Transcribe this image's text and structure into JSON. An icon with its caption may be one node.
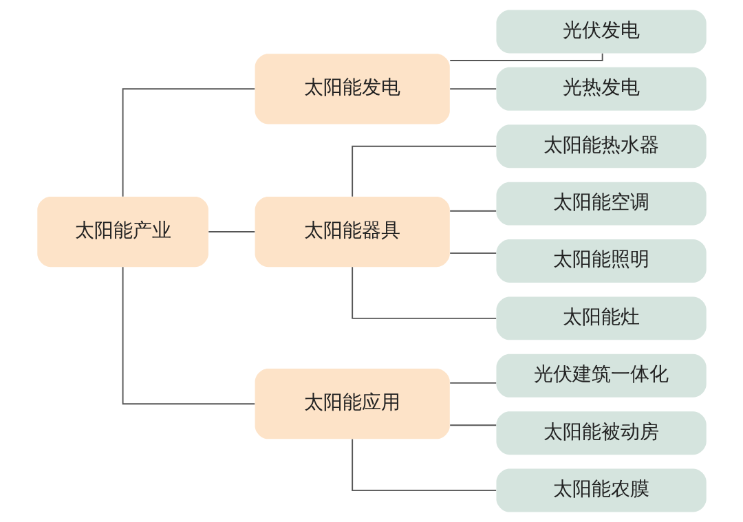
{
  "diagram": {
    "nodes": [
      {
        "text": [
          "太阳能产业"
        ]
      },
      {
        "text": [
          "太阳能发电"
        ]
      },
      {
        "text": [
          "光伏发电"
        ]
      },
      {
        "text": [
          "光热发电"
        ]
      },
      {
        "text": [
          "太阳能器具"
        ]
      },
      {
        "text": [
          "太阳能热水器"
        ]
      },
      {
        "text": [
          "太阳能空调"
        ]
      },
      {
        "text": [
          "太阳能照明"
        ]
      },
      {
        "text": [
          "太阳能灶"
        ]
      },
      {
        "text": [
          "太阳能应用"
        ]
      },
      {
        "text": [
          "光伏建筑一体化"
        ]
      },
      {
        "text": [
          "太阳能被动房"
        ]
      },
      {
        "text": [
          "太阳能农膜"
        ]
      }
    ],
    "edges": [
      {
        "from": 0,
        "to": 1,
        "arrow": "none"
      },
      {
        "from": 0,
        "to": 4,
        "arrow": "none"
      },
      {
        "from": 0,
        "to": 9,
        "arrow": "none"
      },
      {
        "from": 1,
        "to": 2,
        "arrow": "none"
      },
      {
        "from": 1,
        "to": 3,
        "arrow": "none"
      },
      {
        "from": 4,
        "to": 5,
        "arrow": "none"
      },
      {
        "from": 4,
        "to": 6,
        "arrow": "none"
      },
      {
        "from": 4,
        "to": 7,
        "arrow": "none"
      },
      {
        "from": 4,
        "to": 8,
        "arrow": "none"
      },
      {
        "from": 9,
        "to": 10,
        "arrow": "none"
      },
      {
        "from": 9,
        "to": 11,
        "arrow": "none"
      },
      {
        "from": 9,
        "to": 12,
        "arrow": "none"
      }
    ]
  }
}
